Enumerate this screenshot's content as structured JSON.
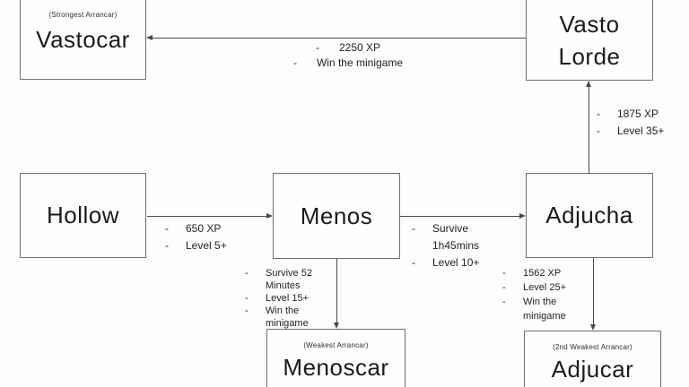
{
  "ui": {
    "bullet": "-"
  },
  "colors": {
    "background": "#fdfdfd",
    "box_border": "#707070",
    "connector": "#4a4a4a",
    "text": "#1b1b1b"
  },
  "nodes": {
    "vastocar": {
      "subtitle": "(Strongest Arrancar)",
      "title": "Vastocar"
    },
    "vasto_lorde": {
      "title": "Vasto Lorde"
    },
    "hollow": {
      "title": "Hollow"
    },
    "menos": {
      "title": "Menos"
    },
    "adjucha": {
      "title": "Adjucha"
    },
    "menoscar": {
      "subtitle": "(Weakest Arrancar)",
      "title": "Menoscar"
    },
    "adjucar": {
      "subtitle": "(2nd Weakest Arrancar)",
      "title": "Adjucar"
    }
  },
  "edges": {
    "vasto_lorde_to_vastocar": {
      "requirements": [
        "2250 XP",
        "Win the minigame"
      ]
    },
    "hollow_to_menos": {
      "requirements": [
        "650 XP",
        "Level 5+"
      ]
    },
    "menos_to_adjucha": {
      "requirements": [
        "Survive\n1h45mins",
        "Level 10+"
      ]
    },
    "adjucha_to_vasto_lorde": {
      "requirements": [
        "1875 XP",
        "Level 35+"
      ]
    },
    "menos_to_menoscar": {
      "requirements": [
        "Survive 52\nMinutes",
        "Level 15+",
        "Win the\nminigame"
      ]
    },
    "adjucha_to_adjucar": {
      "requirements": [
        "1562 XP",
        "Level 25+",
        "Win the\nminigame"
      ]
    }
  }
}
